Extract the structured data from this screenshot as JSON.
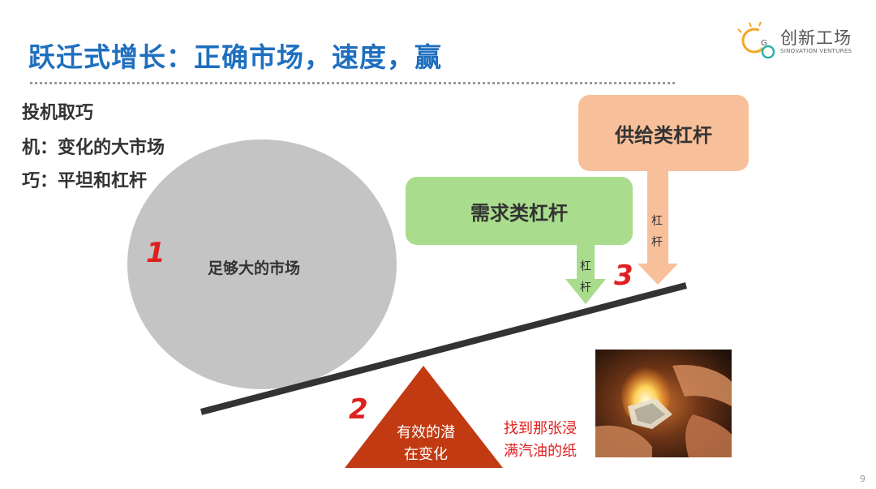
{
  "slide": {
    "title": "跃迁式增长：正确市场，速度，赢",
    "page_number": "9"
  },
  "logo": {
    "name": "创新工场",
    "sub": "SINOVATION VENTURES",
    "colors": {
      "orange": "#f5a623",
      "teal": "#2bb3a8",
      "gray": "#555555"
    }
  },
  "side_list": [
    "投机取巧",
    "机：变化的大市场",
    "巧：平坦和杠杆"
  ],
  "market": {
    "number": "1",
    "label": "足够大的市场"
  },
  "demand": {
    "label": "需求类杠杆",
    "arrow_text": [
      "杠",
      "杆"
    ],
    "color": "#a9dc8c"
  },
  "supply": {
    "label": "供给类杠杆",
    "arrow_text": [
      "杠",
      "杆"
    ],
    "number": "3",
    "color": "#f8c09a"
  },
  "fulcrum": {
    "number": "2",
    "label_lines": [
      "有效的潜",
      "在变化"
    ],
    "color": "#c13a12"
  },
  "paper": {
    "lines": [
      "找到那张浸",
      "满汽油的纸"
    ]
  },
  "photo": {
    "icon": "burning-paper-photo"
  }
}
